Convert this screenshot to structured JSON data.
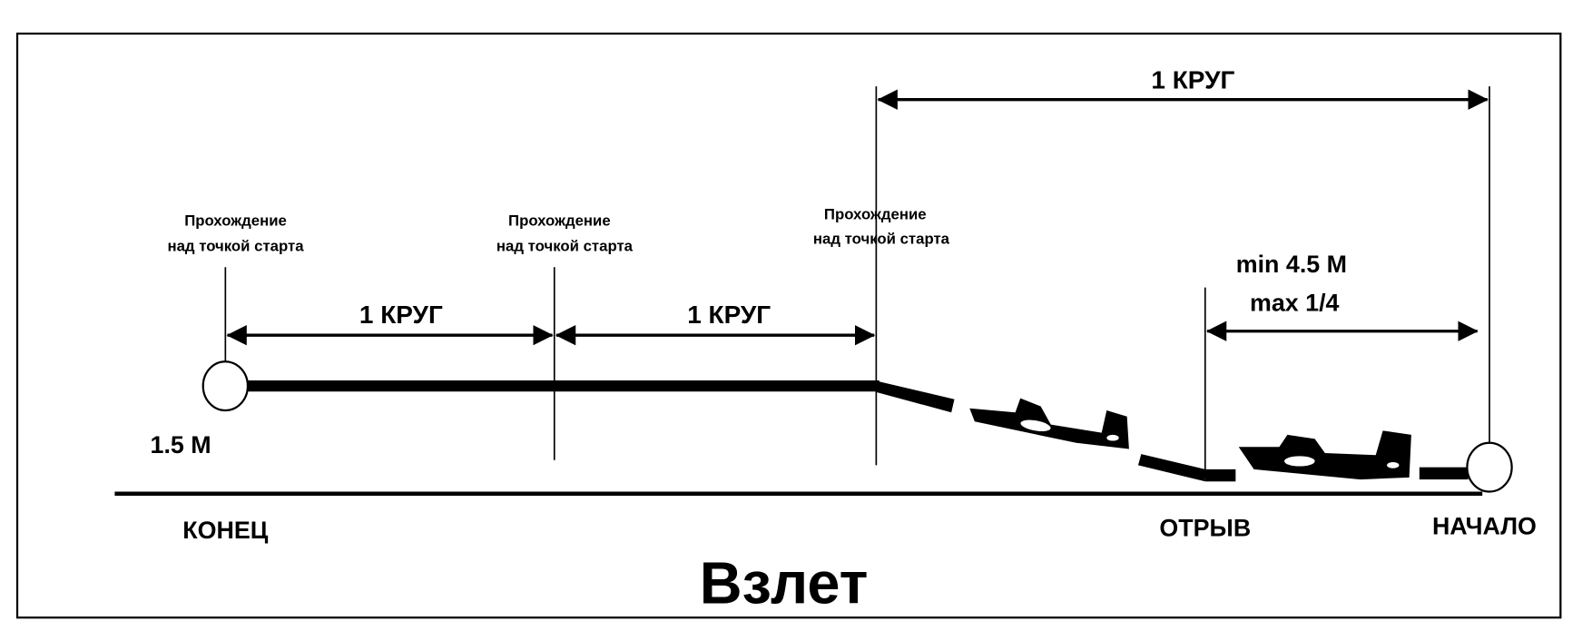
{
  "title": "Взлет",
  "pass_label_line1": "Прохождение",
  "pass_label_line2": "над точкой старта",
  "passes": [
    {
      "line1": "Прохождение",
      "line2": "над точкой старта"
    },
    {
      "line1": "Прохождение",
      "line2": "над точкой старта"
    },
    {
      "line1": "Прохождение",
      "line2": "над точкой старта"
    }
  ],
  "laps": [
    "1 КРУГ",
    "1 КРУГ",
    "1 КРУГ"
  ],
  "takeoff_distance": {
    "min": "min 4.5 М",
    "max": "max 1/4"
  },
  "height_label": "1.5 М",
  "ground_labels": {
    "end": "КОНЕЦ",
    "liftoff": "ОТРЫВ",
    "start": "НАЧАЛО"
  },
  "colors": {
    "ink": "#000000",
    "background": "#ffffff"
  }
}
